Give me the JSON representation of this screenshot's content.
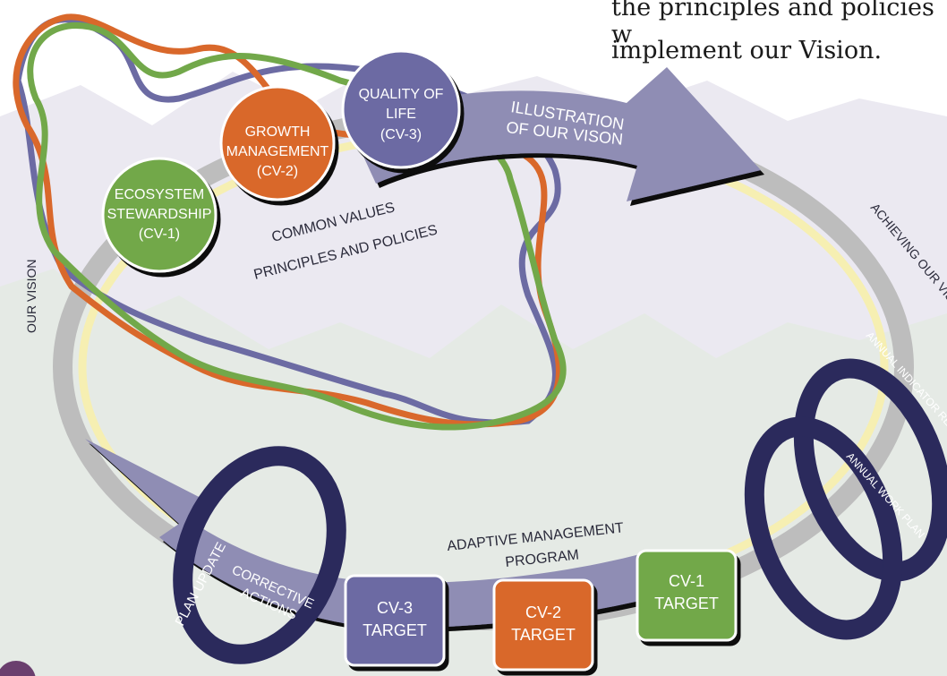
{
  "header_text": {
    "line1": "the principles and policies w",
    "line2": "implement our Vision."
  },
  "circles": {
    "cv1": {
      "line1": "ECOSYSTEM",
      "line2": "STEWARDSHIP",
      "line3": "(CV-1)",
      "color": "#72a84a"
    },
    "cv2": {
      "line1": "GROWTH",
      "line2": "MANAGEMENT",
      "line3": "(CV-2)",
      "color": "#d9682b"
    },
    "cv3": {
      "line1": "QUALITY OF",
      "line2": "LIFE",
      "line3": "(CV-3)",
      "color": "#6c6ba3"
    }
  },
  "labels": {
    "illustration_line1": "ILLUSTRATION",
    "illustration_line2": "OF OUR VISON",
    "common_values_line1": "COMMON VALUES",
    "common_values_line2": "PRINCIPLES AND POLICIES",
    "our_vision": "OUR VISION",
    "achieving": "ACHIEVING OUR VISION",
    "adaptive_line1": "ADAPTIVE MANAGEMENT",
    "adaptive_line2": "PROGRAM",
    "plan_update": "PLAN UPDATE",
    "corrective_line1": "CORRECTIVE",
    "corrective_line2": "ACTIONS",
    "annual_indicator": "ANNUAL INDICATOR REPORT",
    "annual_work": "ANNUAL WORK PLAN"
  },
  "targets": {
    "cv3": {
      "line1": "CV-3",
      "line2": "TARGET",
      "color": "#6c6ba3"
    },
    "cv2": {
      "line1": "CV-2",
      "line2": "TARGET",
      "color": "#d9682b"
    },
    "cv1": {
      "line1": "CV-1",
      "line2": "TARGET",
      "color": "#72a84a"
    }
  },
  "colors": {
    "arrow": "#8f8db4",
    "ring_dark": "#2b2a5c",
    "ring_grey": "#bdbdbd",
    "ring_yellow": "#f6efb2",
    "strand_blue": "#6c6ba3",
    "strand_orange": "#d9682b",
    "strand_green": "#72a84a",
    "mountains": "#ebe9f1",
    "hills": "#e5eae5"
  }
}
